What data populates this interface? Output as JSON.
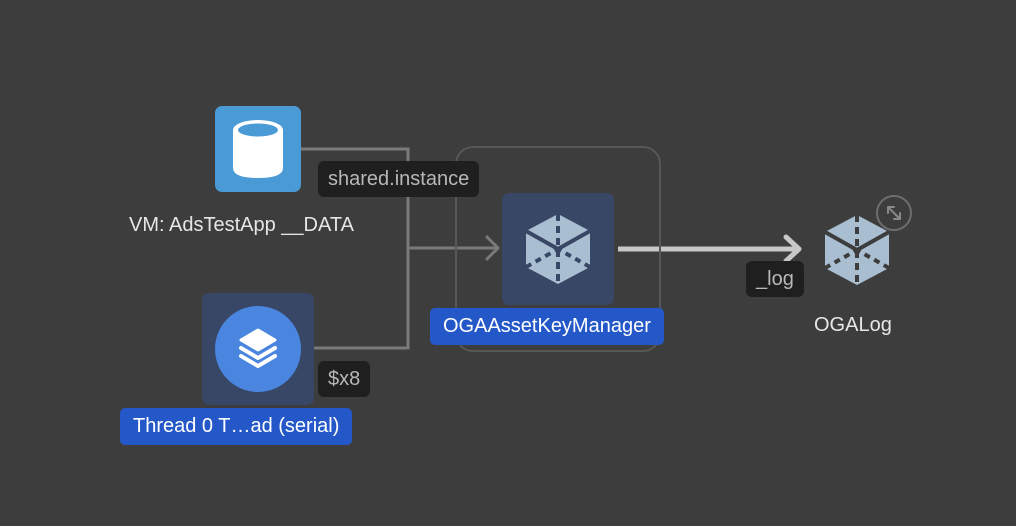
{
  "diagram": {
    "nodes": [
      {
        "id": "vm_data",
        "label": "VM: AdsTestApp __DATA",
        "icon": "database-icon",
        "selected": false,
        "tile_color": "#4a9ad6"
      },
      {
        "id": "thread0",
        "label": "Thread 0  T…ad  (serial)",
        "icon": "stack-layers-icon",
        "selected": true,
        "tile_color": "#394766"
      },
      {
        "id": "asset_key_manager",
        "label": "OGAAssetKeyManager",
        "icon": "package-cube-icon",
        "selected": true,
        "tile_color": "#394766"
      },
      {
        "id": "oga_log",
        "label": "OGALog",
        "icon": "package-cube-icon",
        "selected": false,
        "expandable": true
      }
    ],
    "edges": [
      {
        "from": "vm_data",
        "to": "asset_key_manager",
        "label": "shared.instance"
      },
      {
        "from": "thread0",
        "to": "asset_key_manager",
        "label": "$x8"
      },
      {
        "from": "asset_key_manager",
        "to": "oga_log",
        "label": "_log"
      }
    ],
    "colors": {
      "background": "#3d3d3d",
      "selection": "#2458c8",
      "edge_label_bg": "#1f1f1f",
      "edge_line": "#7a7a7a",
      "edge_line_active": "#c8c8c8",
      "cube": "#a9bfd1"
    }
  }
}
